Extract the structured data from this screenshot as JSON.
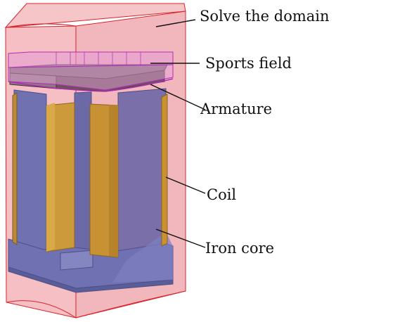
{
  "labels": {
    "domain": "Solve the domain",
    "field": "Sports field",
    "armature": "Armature",
    "coil": "Coil",
    "core": "Iron core"
  },
  "colors": {
    "domain_fill": "#f3b4b8",
    "domain_edge": "#d8242c",
    "field_fill": "#e39ad6",
    "field_edge": "#b02cb8",
    "armature": "#6f5a5f",
    "core": "#6e70ae",
    "coil": "#c98f30"
  }
}
